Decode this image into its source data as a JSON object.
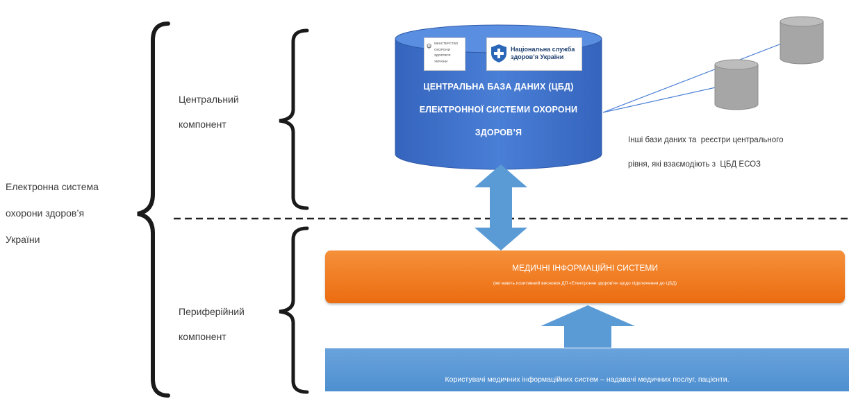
{
  "left_label": [
    "Електронна система",
    "охорони здоров’я",
    "України"
  ],
  "central_label": [
    "Центральний",
    "компонент"
  ],
  "peripheral_label": [
    "Периферійний",
    "компонент"
  ],
  "cylinder": {
    "text": [
      "ЦЕНТРАЛЬНА БАЗА ДАНИХ (ЦБД)",
      "ЕЛЕКТРОННОЇ СИСТЕМИ ОХОРОНИ",
      "ЗДОРОВ’Я"
    ],
    "logo_ministry": [
      "МІНІСТЕРСТВО",
      "ОХОРОНИ",
      "ЗДОРОВ’Я",
      "УКРАЇНИ"
    ],
    "logo_nszu": [
      "Національна служба",
      "здоров’я України"
    ]
  },
  "other_db_text": [
    "Інші бази даних та  реєстри центрального",
    "рівня, які взаємодіють з  ЦБД ЕСОЗ"
  ],
  "mis": {
    "title": "МЕДИЧНІ ІНФОРМАЦІЙНІ СИСТЕМИ",
    "subtitle": "(які мають позитивний висновок ДП «Електронне здоров’я» щодо підключення до ЦБД)"
  },
  "users_bar": "Користувачі медичних інформаційних систем – надавачі медичних послуг, пацієнти.",
  "colors": {
    "cylinder": "#3f6fc9",
    "orange": "#ef7a22",
    "blue_bar": "#5b9bd5",
    "arrow": "#5b9bd5",
    "gray_db": "#a6a6a6"
  }
}
